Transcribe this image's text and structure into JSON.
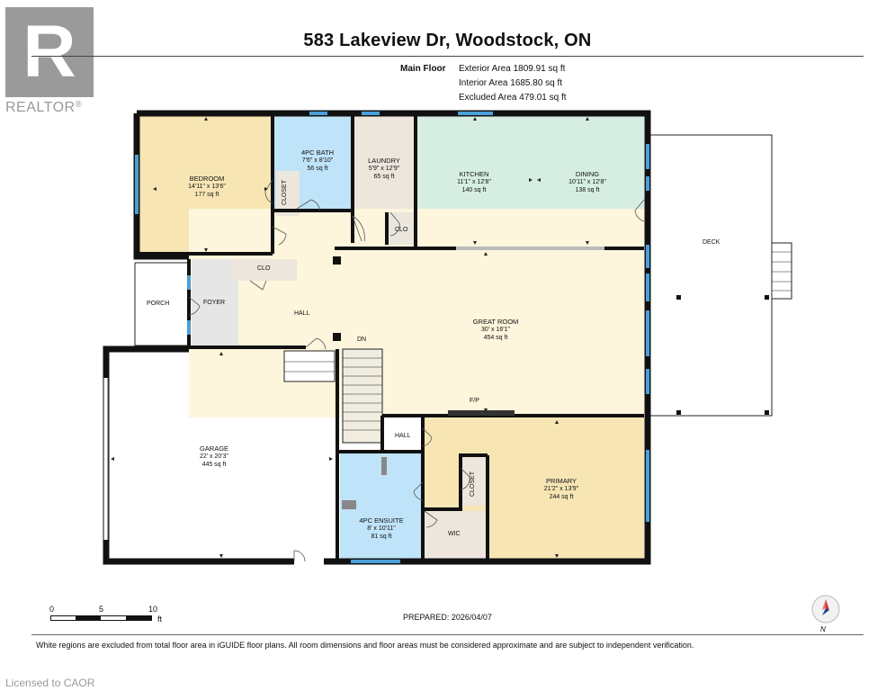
{
  "header": {
    "title": "583 Lakeview Dr, Woodstock, ON",
    "floor_label": "Main Floor",
    "exterior_area": "Exterior Area 1809.91 sq ft",
    "interior_area": "Interior Area 1685.80 sq ft",
    "excluded_area": "Excluded Area 479.01 sq ft"
  },
  "logo": {
    "mark": "R",
    "text": "REALTOR",
    "registered": "®"
  },
  "rooms": {
    "bedroom": {
      "name": "BEDROOM",
      "dims": "14'11\" x 13'6\"",
      "area": "177 sq ft"
    },
    "bath": {
      "name": "4PC BATH",
      "dims": "7'6\" x 8'10\"",
      "area": "56 sq ft"
    },
    "laundry": {
      "name": "LAUNDRY",
      "dims": "5'9\" x 12'9\"",
      "area": "65 sq ft"
    },
    "kitchen": {
      "name": "KITCHEN",
      "dims": "11'1\" x 12'8\"",
      "area": "140 sq ft"
    },
    "dining": {
      "name": "DINING",
      "dims": "10'11\" x 12'8\"",
      "area": "138 sq ft"
    },
    "deck": {
      "name": "DECK"
    },
    "closet_bed": {
      "name": "CLOSET"
    },
    "clo_laundry": {
      "name": "CLO"
    },
    "clo_hall": {
      "name": "CLO"
    },
    "porch": {
      "name": "PORCH"
    },
    "foyer": {
      "name": "FOYER"
    },
    "hall": {
      "name": "HALL"
    },
    "great_room": {
      "name": "GREAT ROOM",
      "dims": "30' x 16'1\"",
      "area": "454 sq ft"
    },
    "dn": {
      "name": "DN"
    },
    "fp": {
      "name": "F/P"
    },
    "garage": {
      "name": "GARAGE",
      "dims": "22' x 20'3\"",
      "area": "445 sq ft"
    },
    "hall2": {
      "name": "HALL"
    },
    "primary": {
      "name": "PRIMARY",
      "dims": "21'2\" x 13'9\"",
      "area": "244 sq ft"
    },
    "closet_primary": {
      "name": "CLOSET"
    },
    "ensuite": {
      "name": "4PC ENSUITE",
      "dims": "8' x 10'11\"",
      "area": "81 sq ft"
    },
    "wic": {
      "name": "WIC"
    }
  },
  "scale": {
    "labels": [
      "0",
      "5",
      "10"
    ],
    "unit": "ft"
  },
  "compass": {
    "label": "N"
  },
  "prepared": "PREPARED: 2026/04/07",
  "footer_note": "White regions are excluded from total floor area in iGUIDE floor plans. All room dimensions and floor areas must be considered approximate and are subject to independent verification.",
  "licensed": "Licensed to CAOR",
  "colors": {
    "bedroom": "#f7e6b4",
    "bath": "#bfe3f8",
    "laundry": "#ece6dc",
    "kitchen": "#d6eee2",
    "great_room": "#fdf5dc",
    "foyer": "#e6e6e6",
    "garage": "#ffffff",
    "primary": "#f7e6b4",
    "ensuite": "#bfe3f8",
    "wic": "#ece6dc",
    "wall": "#111111",
    "window": "#4a9fd8"
  }
}
